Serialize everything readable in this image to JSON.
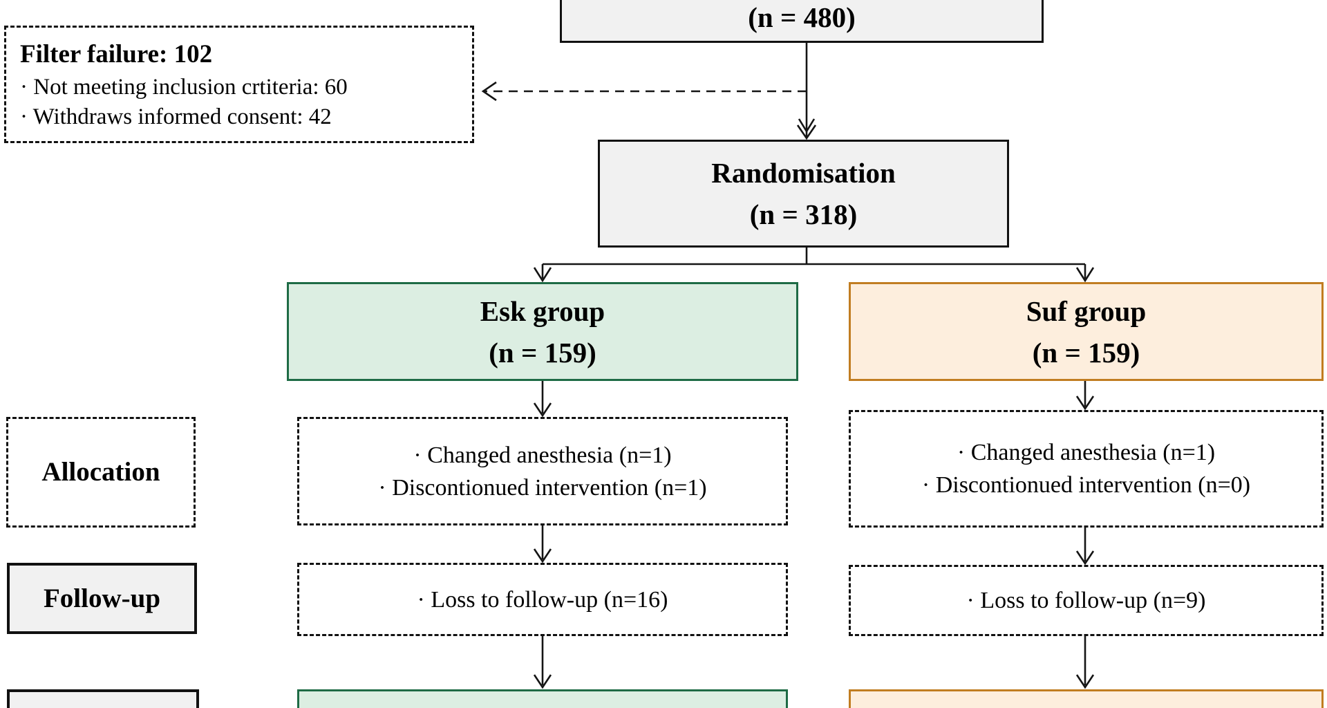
{
  "colors": {
    "group1_fill": "#dceee2",
    "group1_border": "#1e6b45",
    "group2_fill": "#fdeedd",
    "group2_border": "#c17d21",
    "neutral_fill": "#f1f1f1"
  },
  "diagram": {
    "eligibility_box": {
      "count_line": "(n = 480)"
    },
    "filter_failure_box": {
      "title": "Filter failure: 102",
      "items": [
        "· Not meeting inclusion crtiteria: 60",
        "· Withdraws informed consent: 42"
      ]
    },
    "randomisation_box": {
      "title": "Randomisation",
      "count_line": "(n = 318)"
    },
    "esk_group_box": {
      "title": "Esk group",
      "count_line": "(n = 159)"
    },
    "suf_group_box": {
      "title": "Suf group",
      "count_line": "(n = 159)"
    },
    "stage_labels": {
      "allocation": "Allocation",
      "followup": "Follow-up"
    },
    "esk_allocation_box": {
      "items": [
        "· Changed anesthesia (n=1)",
        "· Discontionued intervention (n=1)"
      ]
    },
    "suf_allocation_box": {
      "items": [
        "· Changed anesthesia (n=1)",
        "· Discontionued intervention (n=0)"
      ]
    },
    "esk_followup_box": {
      "items": [
        "· Loss to follow-up (n=16)"
      ]
    },
    "suf_followup_box": {
      "items": [
        "· Loss to follow-up (n=9)"
      ]
    }
  }
}
